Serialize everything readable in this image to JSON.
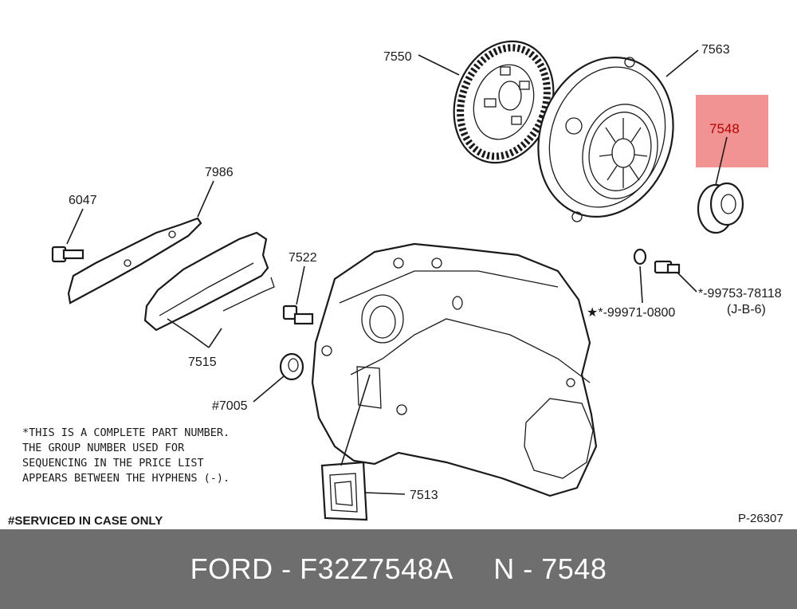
{
  "diagram": {
    "callouts": [
      {
        "id": "7550",
        "text": "7550"
      },
      {
        "id": "7563",
        "text": "7563"
      },
      {
        "id": "7548",
        "text": "7548"
      },
      {
        "id": "7986",
        "text": "7986"
      },
      {
        "id": "6047",
        "text": "6047"
      },
      {
        "id": "7522",
        "text": "7522"
      },
      {
        "id": "7515",
        "text": "7515"
      },
      {
        "id": "7005",
        "text": "#7005"
      },
      {
        "id": "7513",
        "text": "7513"
      },
      {
        "id": "99971",
        "text": "★*-99971-0800"
      },
      {
        "id": "99753",
        "text": "*-99753-78118"
      },
      {
        "id": "jb6",
        "text": "(J-B-6)"
      }
    ],
    "highlight_color": "#f08080",
    "note_lines": [
      "*THIS IS A COMPLETE PART NUMBER.",
      "THE GROUP NUMBER USED FOR",
      "SEQUENCING IN THE PRICE LIST",
      "APPEARS BETWEEN THE HYPHENS (-)."
    ],
    "service_note": "#SERVICED IN CASE ONLY",
    "figure_code": "P-26307"
  },
  "footer": {
    "text": "FORD - F32Z7548A     N - 7548",
    "background": "#6e6e6e"
  }
}
